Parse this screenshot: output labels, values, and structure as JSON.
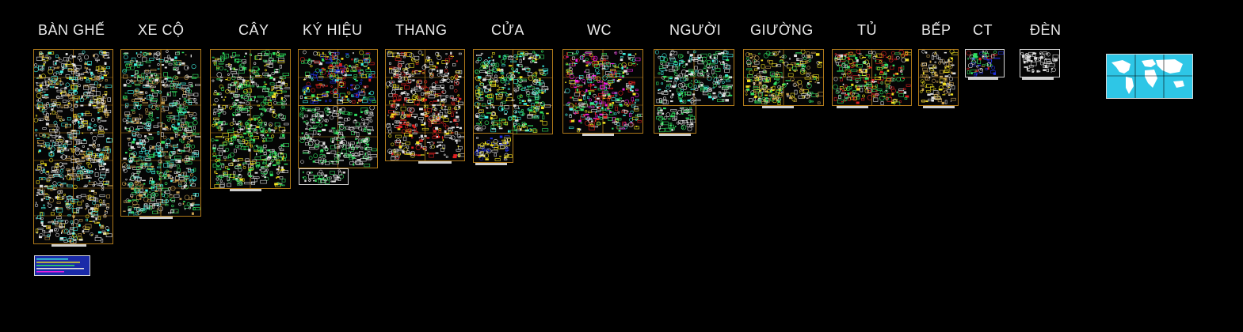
{
  "canvas": {
    "background": "#000000"
  },
  "categories": [
    {
      "key": "ban-ghe",
      "label": "BÀN GHẾ"
    },
    {
      "key": "xe-co",
      "label": "XE CỘ"
    },
    {
      "key": "cay",
      "label": "CÂY"
    },
    {
      "key": "ky-hieu",
      "label": "KÝ HIỆU"
    },
    {
      "key": "thang",
      "label": "THANG"
    },
    {
      "key": "cua",
      "label": "CỬA"
    },
    {
      "key": "wc",
      "label": "WC"
    },
    {
      "key": "nguoi",
      "label": "NGƯỜI"
    },
    {
      "key": "giuong",
      "label": "GIƯỜNG"
    },
    {
      "key": "tu",
      "label": "TỦ"
    },
    {
      "key": "bep",
      "label": "BẾP"
    },
    {
      "key": "ct",
      "label": "CT"
    },
    {
      "key": "den",
      "label": "ĐÈN"
    }
  ],
  "colors": {
    "frame": "#b07a1a",
    "white_frame": "#d8d8d8",
    "label": "#e8e8e8",
    "cad_white": "#dddddd",
    "cad_yellow": "#f0e020",
    "cad_cyan": "#40f0e0",
    "cad_green": "#30e060",
    "cad_red": "#e02020",
    "cad_magenta": "#f020e0",
    "cad_blue": "#2030e0",
    "cad_tan": "#c8a050",
    "map_sea": "#2ec6e6",
    "map_land": "#ffffff"
  },
  "icons": {
    "world_map": "world-map-icon",
    "legend_block": "legend-block-icon"
  }
}
